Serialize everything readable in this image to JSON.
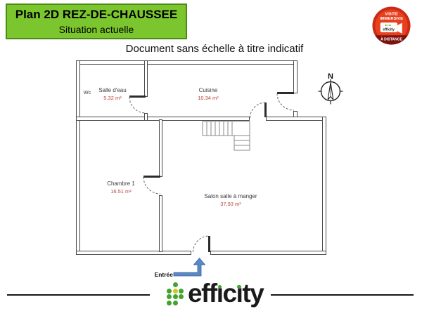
{
  "banner": {
    "title": "Plan 2D REZ-DE-CHAUSSEE",
    "subtitle": "Situation actuelle",
    "bg_color": "#7bc62e",
    "border_color": "#4c8c12"
  },
  "badge": {
    "line1": "VISITE",
    "line2": "IMMERSIVE",
    "brand": "efficity",
    "bottom": "À DISTANCE",
    "red": "#e6391c",
    "dark_red": "#7c1210"
  },
  "disclaimer": "Document sans échelle à titre indicatif",
  "compass": {
    "n": "N"
  },
  "rooms": [
    {
      "name": "Wc",
      "area": ""
    },
    {
      "name": "Salle d'eau",
      "area": "5.32 m²"
    },
    {
      "name": "Cuisine",
      "area": "10.34 m²"
    },
    {
      "name": "Chambre 1",
      "area": "16.51 m²"
    },
    {
      "name": "Salon salle à manger",
      "area": "37,93 m²"
    }
  ],
  "entrance": {
    "label": "Entrée",
    "arrow_color": "#5b87c5"
  },
  "logo": {
    "name": "efficity",
    "part1": "eff",
    "part2": "c",
    "part3": "ty",
    "green": "#43a32f",
    "yellow": "#ccc92a",
    "text_color": "#1a1a1a"
  },
  "plan": {
    "area_value_color": "#b5443f",
    "wall_color": "#4a4a4a"
  }
}
